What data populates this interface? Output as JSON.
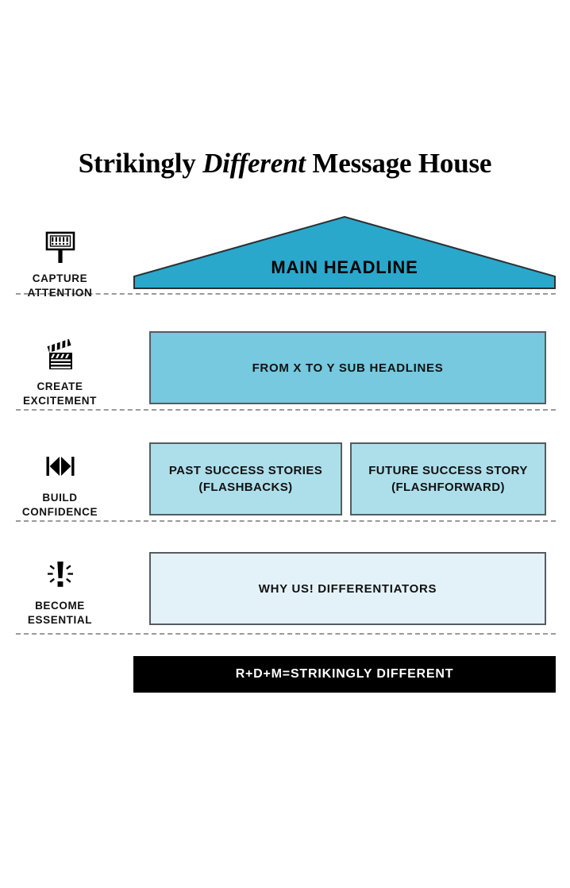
{
  "title": {
    "before": "Strikingly ",
    "emphasis": "Different",
    "after": " Message House"
  },
  "colors": {
    "roof": "#29a8cc",
    "sub_headline": "#76c9de",
    "success_stories": "#addfeb",
    "differentiators": "#e3f2f8",
    "foundation": "#000000",
    "outline": "#555c60",
    "separator": "#9a9a9a"
  },
  "stages": [
    {
      "icon": "billboard-exclamation-icon",
      "label": "CAPTURE\nATTENTION"
    },
    {
      "icon": "clapperboard-icon",
      "label": "CREATE\nEXCITEMENT"
    },
    {
      "icon": "skip-back-forward-icon",
      "label": "BUILD\nCONFIDENCE"
    },
    {
      "icon": "exclamation-burst-icon",
      "label": "BECOME\nESSENTIAL"
    }
  ],
  "house": {
    "roof": {
      "text": "MAIN HEADLINE"
    },
    "sub_headline": {
      "text": "FROM X TO Y SUB HEADLINES"
    },
    "pillars": [
      {
        "text": "PAST SUCCESS STORIES\n(FLASHBACKS)"
      },
      {
        "text": "FUTURE SUCCESS STORY\n(FLASHFORWARD)"
      }
    ],
    "differentiators": {
      "text": "WHY US! DIFFERENTIATORS"
    },
    "foundation": {
      "text": "R+D+M=STRIKINGLY DIFFERENT"
    }
  }
}
